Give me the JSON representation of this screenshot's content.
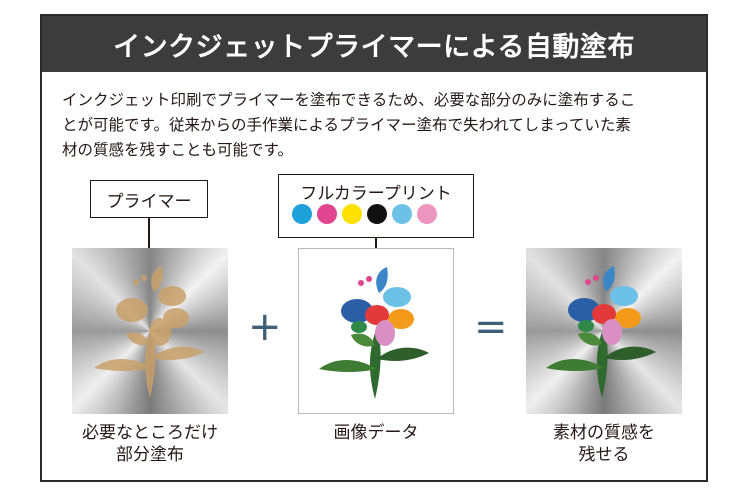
{
  "header": {
    "title": "インクジェットプライマーによる自動塗布"
  },
  "description": {
    "line1": "インクジェット印刷でプライマーを塗布できるため、必要な部分のみに塗布するこ",
    "line2": "とが可能です。従来からの手作業によるプライマー塗布で失われてしまっていた素",
    "line3": "材の質感を残すことも可能です。"
  },
  "labels": {
    "primer": "プライマー",
    "full_color": "フルカラープリント"
  },
  "ink_dots": [
    "#1ea1d9",
    "#e0468f",
    "#ffe100",
    "#111111",
    "#6cc2e6",
    "#ec95bf"
  ],
  "operators": {
    "plus": "+",
    "equals": "="
  },
  "captions": {
    "left_line1": "必要なところだけ",
    "left_line2": "部分塗布",
    "middle": "画像データ",
    "right_line1": "素材の質感を",
    "right_line2": "残せる"
  },
  "colors": {
    "header_bg": "#3c3c3c",
    "primer_tone": "#c9a06a",
    "operator": "#3e5f78"
  }
}
